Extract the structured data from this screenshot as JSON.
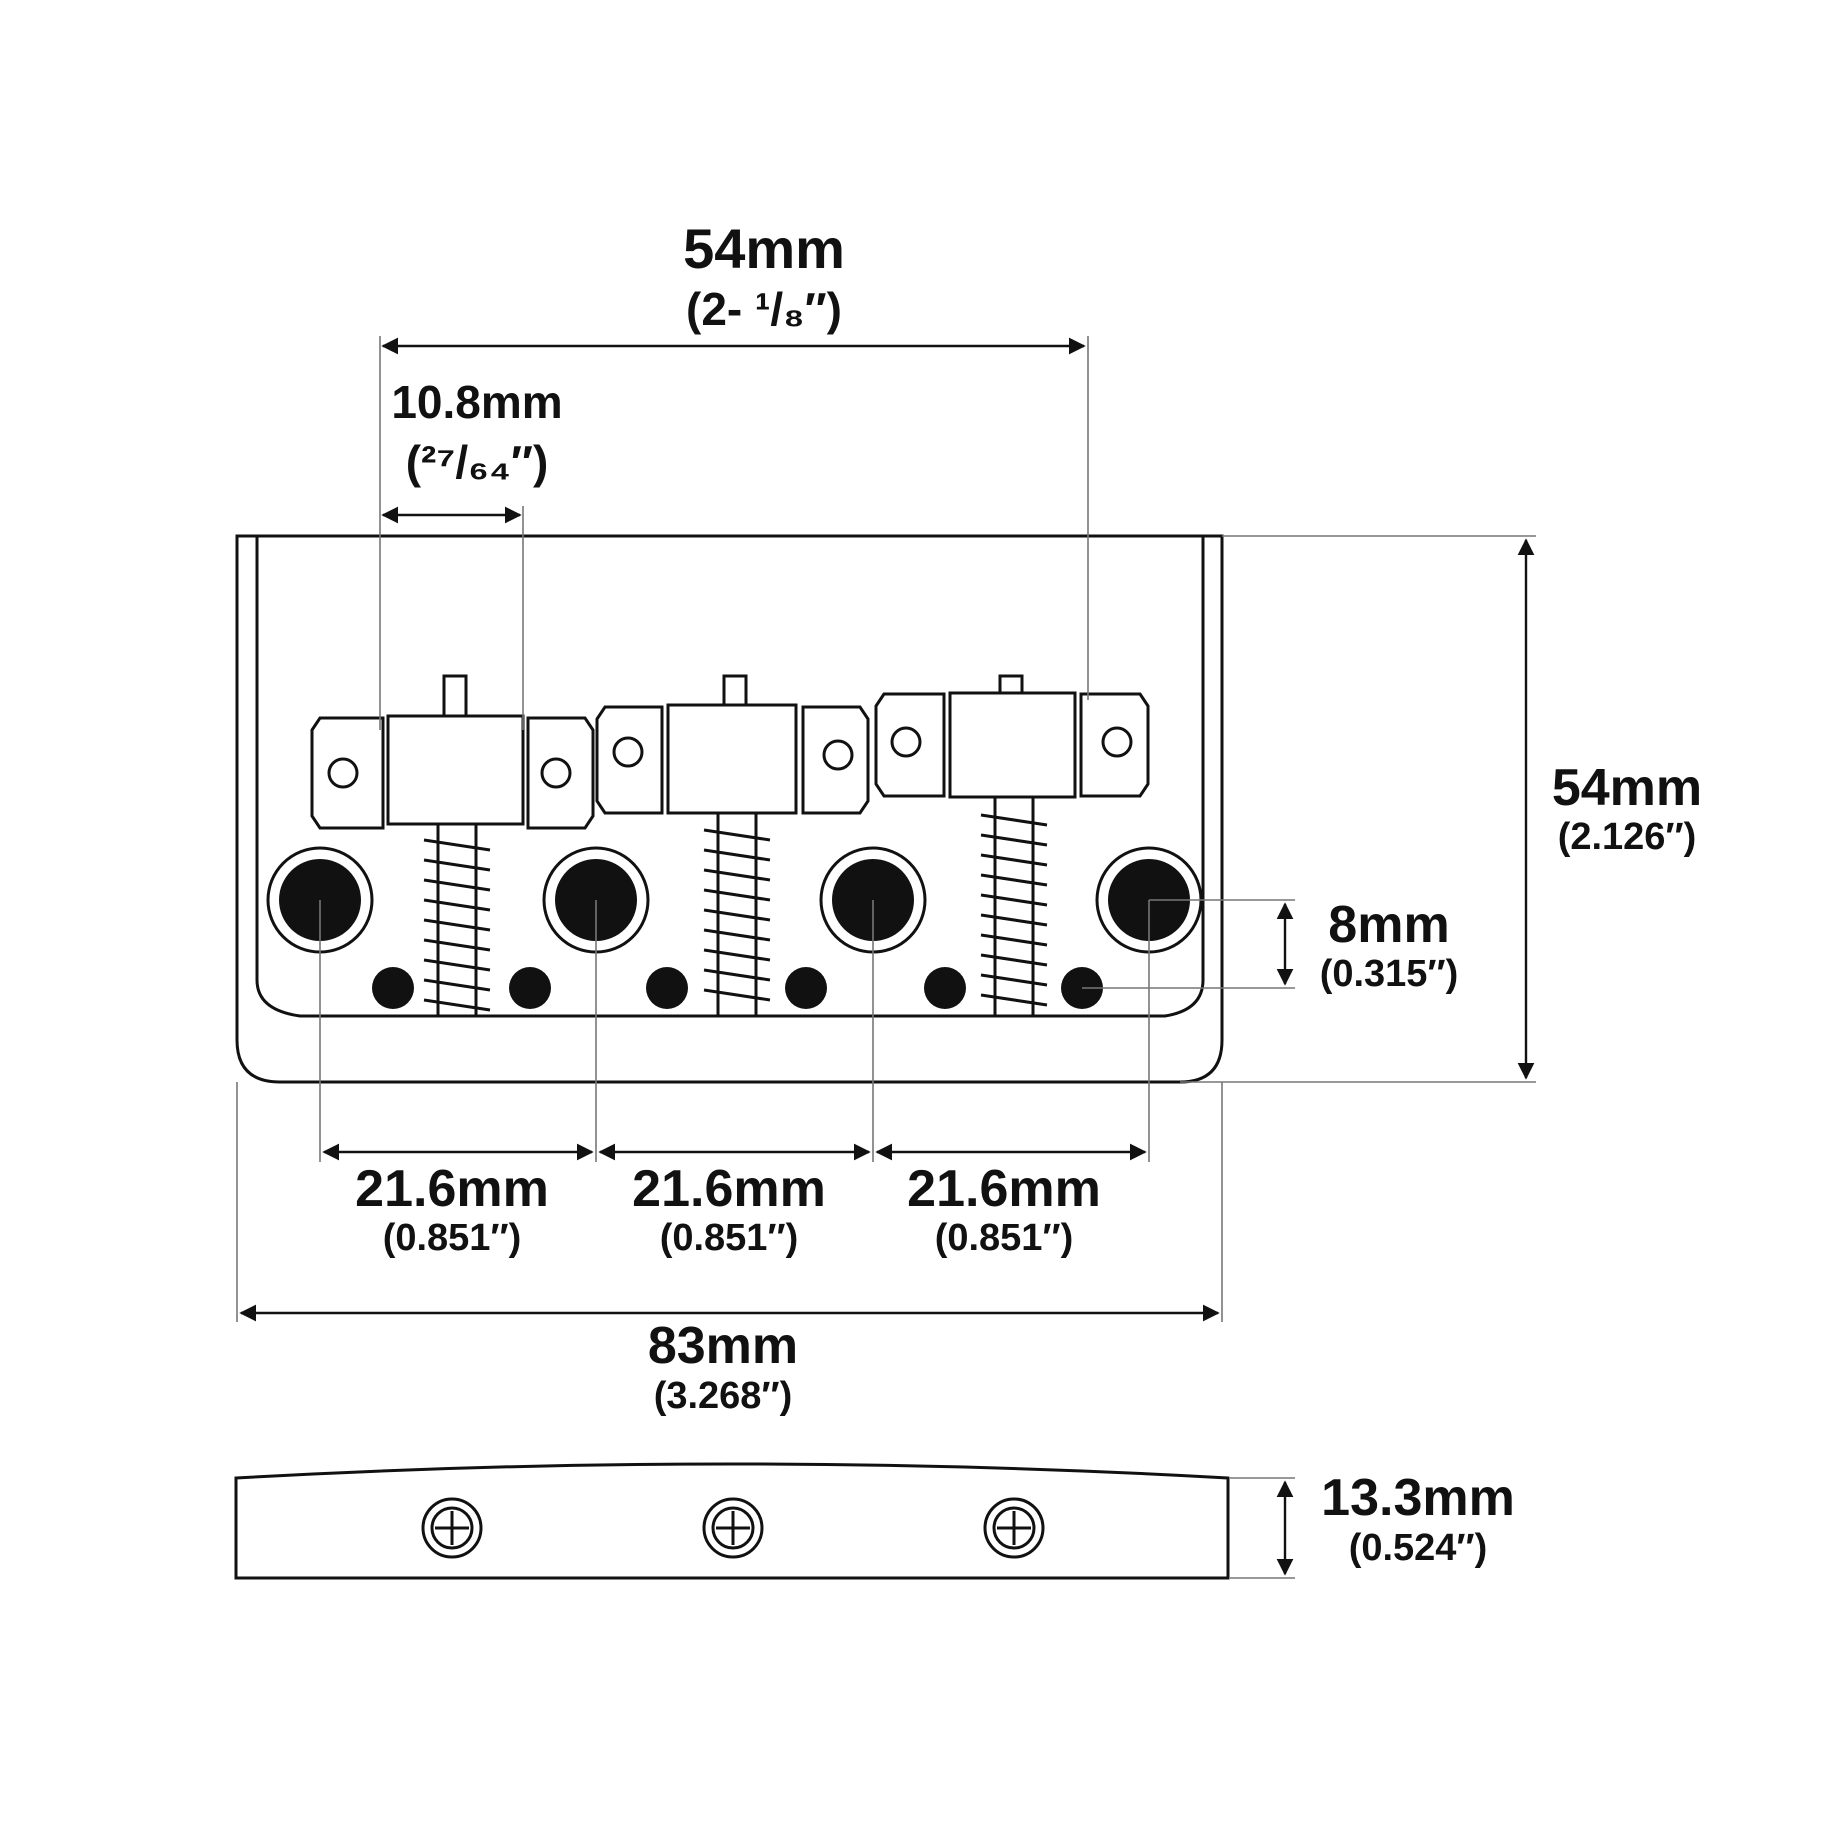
{
  "dimensions": {
    "string_spacing_total": {
      "mm": "54mm",
      "inch": "(2- ¹/₈″)"
    },
    "saddle_width": {
      "mm": "10.8mm",
      "inch": "(²⁷/₆₄″)"
    },
    "plate_height": {
      "mm": "54mm",
      "inch": "(2.126″)"
    },
    "hole_offset": {
      "mm": "8mm",
      "inch": "(0.315″)"
    },
    "hole_spacing": [
      {
        "mm": "21.6mm",
        "inch": "(0.851″)"
      },
      {
        "mm": "21.6mm",
        "inch": "(0.851″)"
      },
      {
        "mm": "21.6mm",
        "inch": "(0.851″)"
      }
    ],
    "plate_width": {
      "mm": "83mm",
      "inch": "(3.268″)"
    },
    "side_height": {
      "mm": "13.3mm",
      "inch": "(0.524″)"
    }
  },
  "colors": {
    "line": "#111111",
    "guide": "#777777",
    "background": "#ffffff"
  }
}
